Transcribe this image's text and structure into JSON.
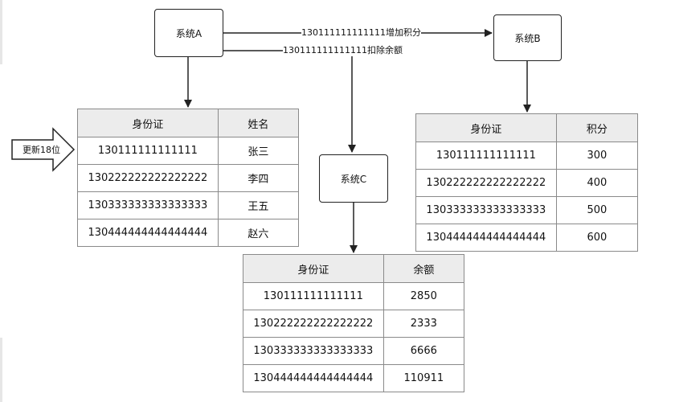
{
  "nodes": {
    "system_a": "系统A",
    "system_b": "系统B",
    "system_c": "系统C"
  },
  "edges": {
    "add_points": "130111111111111增加积分",
    "deduct_balance": "130111111111111扣除余额"
  },
  "update_arrow_label": "更新18位",
  "table_a": {
    "headers": [
      "身份证",
      "姓名"
    ],
    "rows": [
      [
        "130111111111111",
        "张三"
      ],
      [
        "130222222222222222",
        "李四"
      ],
      [
        "130333333333333333",
        "王五"
      ],
      [
        "130444444444444444",
        "赵六"
      ]
    ]
  },
  "table_b": {
    "headers": [
      "身份证",
      "积分"
    ],
    "rows": [
      [
        "130111111111111",
        "300"
      ],
      [
        "130222222222222222",
        "400"
      ],
      [
        "130333333333333333",
        "500"
      ],
      [
        "130444444444444444",
        "600"
      ]
    ]
  },
  "table_c": {
    "headers": [
      "身份证",
      "余额"
    ],
    "rows": [
      [
        "130111111111111",
        "2850"
      ],
      [
        "130222222222222222",
        "2333"
      ],
      [
        "130333333333333333",
        "6666"
      ],
      [
        "130444444444444444",
        "110911"
      ]
    ]
  }
}
